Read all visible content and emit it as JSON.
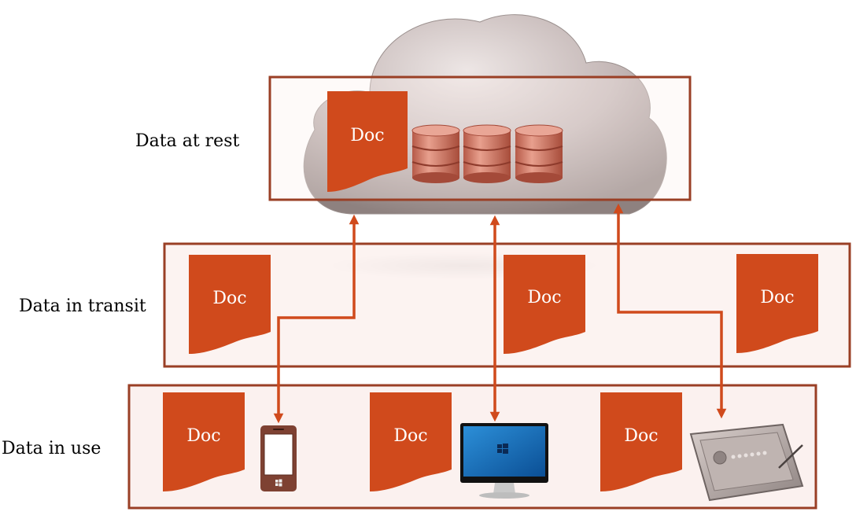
{
  "layers": {
    "rest": {
      "label": "Data at rest"
    },
    "transit": {
      "label": "Data in transit"
    },
    "use": {
      "label": "Data in use"
    }
  },
  "doc_label": "Doc",
  "devices": {
    "phone": {
      "icon": "smartphone-icon"
    },
    "monitor": {
      "icon": "desktop-monitor-icon"
    },
    "tablet": {
      "icon": "tablet-icon"
    }
  },
  "storage": {
    "icon": "database-stack-icon",
    "count": 3
  },
  "colors": {
    "accent": "#D04A1C",
    "box_border": "#9A3F25",
    "box_fill": "#FBF1EF",
    "cloud": "#C4B7B6",
    "database": "#D27A68"
  }
}
